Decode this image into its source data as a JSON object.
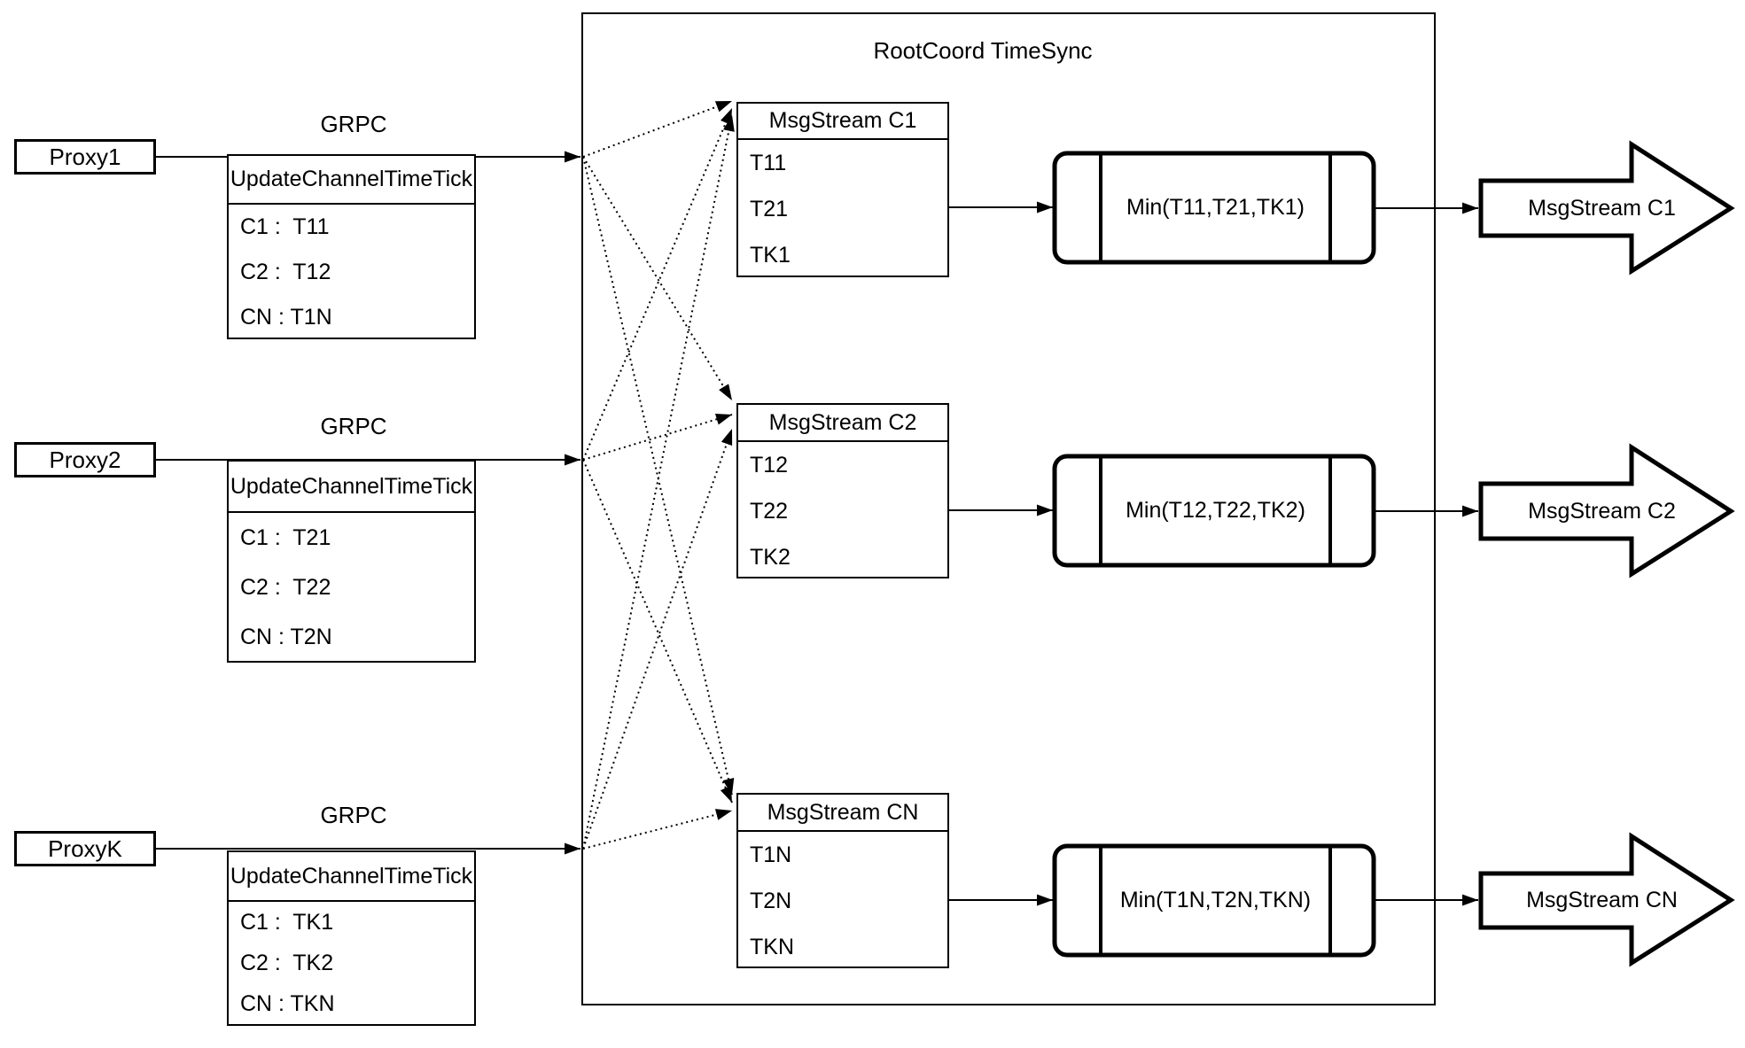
{
  "diagram": {
    "title": "RootCoord TimeSync",
    "colors": {
      "stroke": "#000000",
      "background": "#ffffff"
    },
    "rows": [
      {
        "proxy_label": "Proxy1",
        "grpc_label": "GRPC",
        "update_table": {
          "header": "UpdateChannelTimeTick",
          "rows": [
            "C1 :  T11",
            "C2 :  T12",
            "CN : T1N"
          ]
        },
        "msgstream_table": {
          "header": "MsgStream C1",
          "rows": [
            "T11",
            "T21",
            "TK1"
          ]
        },
        "min_label": "Min(T11,T21,TK1)",
        "output_label": "MsgStream C1"
      },
      {
        "proxy_label": "Proxy2",
        "grpc_label": "GRPC",
        "update_table": {
          "header": "UpdateChannelTimeTick",
          "rows": [
            "C1 :  T21",
            "C2 :  T22",
            "CN : T2N"
          ]
        },
        "msgstream_table": {
          "header": "MsgStream C2",
          "rows": [
            "T12",
            "T22",
            "TK2"
          ]
        },
        "min_label": "Min(T12,T22,TK2)",
        "output_label": "MsgStream C2"
      },
      {
        "proxy_label": "ProxyK",
        "grpc_label": "GRPC",
        "update_table": {
          "header": "UpdateChannelTimeTick",
          "rows": [
            "C1 :  TK1",
            "C2 :  TK2",
            "CN : TKN"
          ]
        },
        "msgstream_table": {
          "header": "MsgStream CN",
          "rows": [
            "T1N",
            "T2N",
            "TKN"
          ]
        },
        "min_label": "Min(T1N,T2N,TKN)",
        "output_label": "MsgStream CN"
      }
    ]
  }
}
